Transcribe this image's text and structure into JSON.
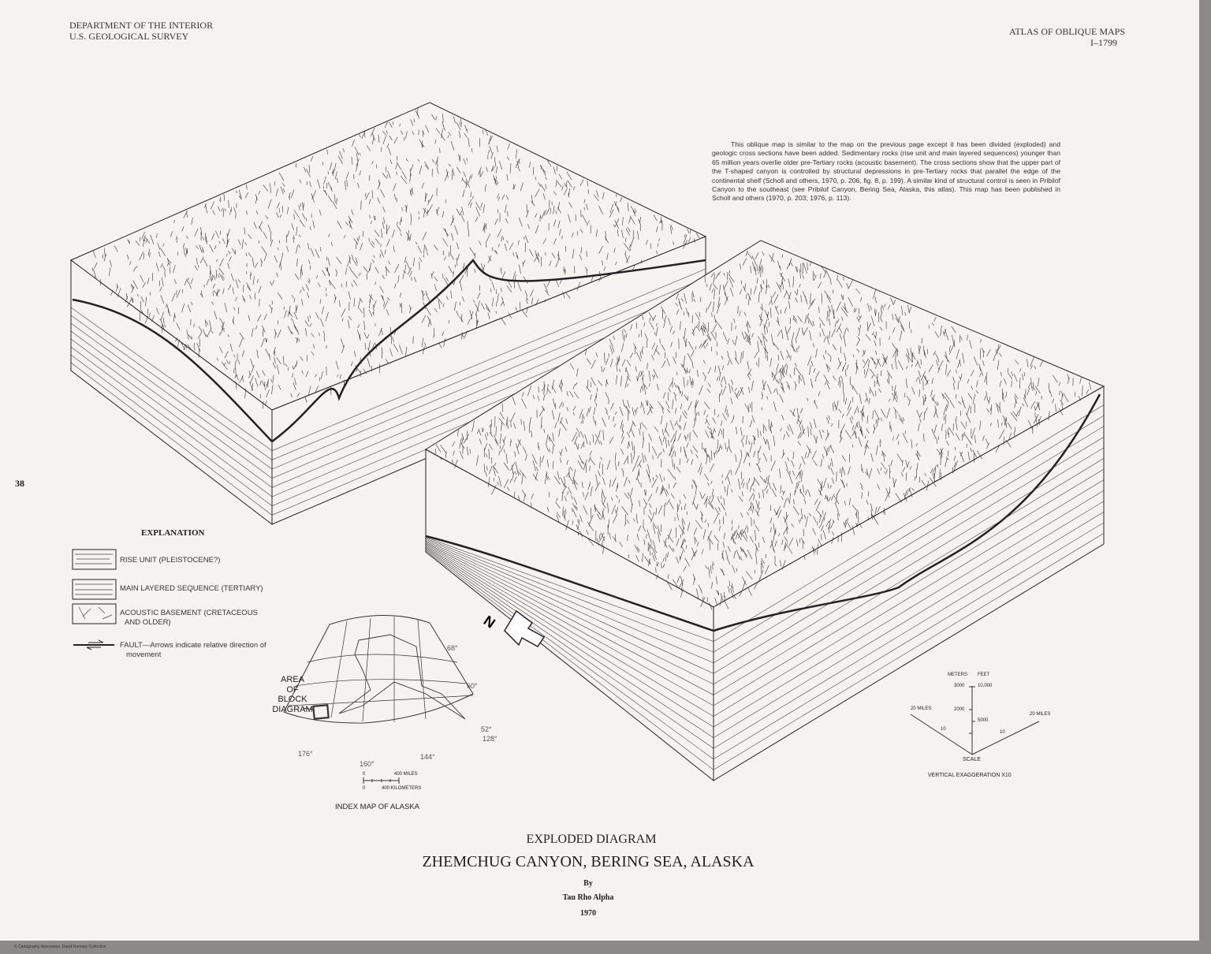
{
  "header": {
    "left_line1": "DEPARTMENT OF THE INTERIOR",
    "left_line2": "U.S. GEOLOGICAL SURVEY",
    "right_line1": "ATLAS OF OBLIQUE MAPS",
    "right_line2": "I–1799"
  },
  "page_number": "38",
  "description": "This oblique map is similar to the map on the previous page except it has been divided (exploded) and geologic cross sections have been added. Sedimentary rocks (rise unit and main layered sequences) younger than 65 million years overlie older pre-Tertiary rocks (acoustic basement). The cross sections show that the upper part of the T-shaped canyon is controlled by structural depressions in pre-Tertiary rocks that parallel the edge of the continental shelf (Scholl and others, 1970, p. 206, fig. 8, p. 199). A similar kind of structural control is seen in Pribilof Canyon to the southeast (see Pribilof Canyon, Bering Sea, Alaska, this atlas). This map has been published in Scholl and others (1970, p. 203; 1976, p. 113).",
  "explanation": {
    "title": "EXPLANATION",
    "items": [
      {
        "label": "RISE UNIT (PLEISTOCENE?)"
      },
      {
        "label": "MAIN LAYERED SEQUENCE (TERTIARY)"
      },
      {
        "label": "ACOUSTIC BASEMENT (CRETACEOUS",
        "label2": "AND OLDER)"
      },
      {
        "label": "FAULT—Arrows indicate relative direction of",
        "label2": "movement"
      }
    ]
  },
  "index_map": {
    "title": "INDEX MAP OF ALASKA",
    "area_label": [
      "AREA",
      "OF",
      "BLOCK",
      "DIAGRAM"
    ],
    "latitudes": [
      "68°",
      "60°",
      "52°"
    ],
    "longitudes": [
      "176°",
      "160°",
      "144°",
      "128°"
    ],
    "scale_zero_top": "0",
    "scale_miles": "400 MILES",
    "scale_zero_bottom": "0",
    "scale_km": "400 KILOMETERS"
  },
  "north_arrow": "N",
  "scale": {
    "meters_label": "METERS",
    "feet_label": "FEET",
    "meters_ticks": [
      "3000",
      "2000"
    ],
    "feet_ticks": [
      "10,000",
      "5000"
    ],
    "left_miles": "20 MILES",
    "right_miles": "20 MILES",
    "left_ten": "10",
    "right_ten": "10",
    "scale_label": "SCALE",
    "exaggeration": "VERTICAL EXAGGERATION X10"
  },
  "title": {
    "subtitle": "EXPLODED DIAGRAM",
    "main": "ZHEMCHUG CANYON, BERING SEA, ALASKA",
    "by": "By",
    "author": "Tau Rho Alpha",
    "year": "1970"
  },
  "footer_credit": "© Cartography Associates, David Rumsey Collection"
}
